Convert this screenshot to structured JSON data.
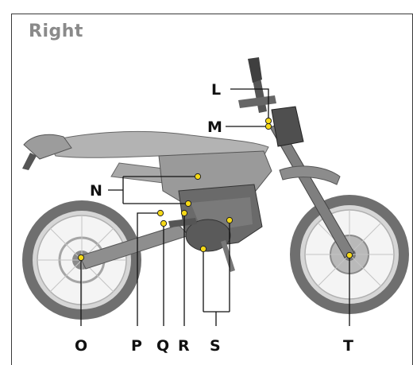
{
  "header": {
    "title": "Right"
  },
  "callouts": {
    "L": "L",
    "M": "M",
    "N": "N",
    "O": "O",
    "P": "P",
    "Q": "Q",
    "R": "R",
    "S": "S",
    "T": "T"
  },
  "colors": {
    "marker_fill": "#f6d916",
    "marker_stroke": "#222222",
    "line": "#111111",
    "frame": "#3a3a3a",
    "title": "#8a8a8a",
    "bike_tone": "#9a9a9a",
    "bike_dark": "#555555"
  }
}
